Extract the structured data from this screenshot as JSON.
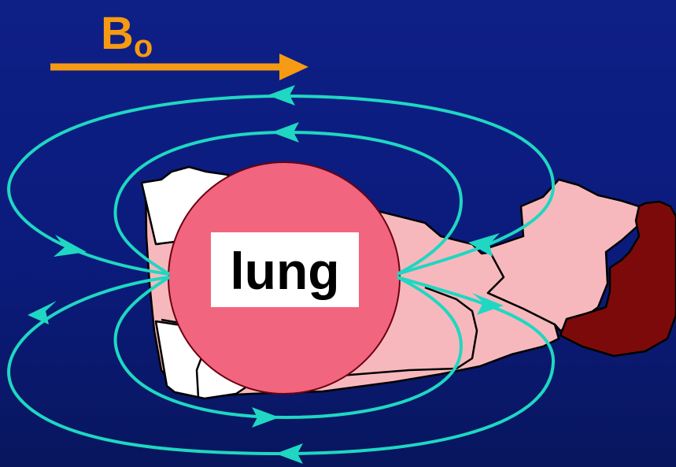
{
  "diagram": {
    "field": {
      "symbol": "B",
      "subscript": "o",
      "color": "#f59a12"
    },
    "organ": {
      "label": "lung",
      "sphere_color": "#f2657f",
      "label_box_color": "#ffffff"
    },
    "colors": {
      "background": "#0d1d80",
      "field_lines": "#1fd7c2",
      "body_fill": "#f7b8bd",
      "hair_fill": "#7d0a0a",
      "limb_fill": "#ffffff",
      "outline": "#000000"
    }
  }
}
